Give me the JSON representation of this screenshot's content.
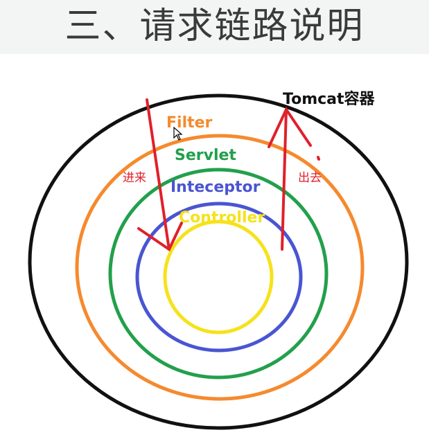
{
  "title": "三、请求链路说明",
  "layers": [
    {
      "key": "tomcat",
      "label": "Tomcat容器",
      "color": "#111111"
    },
    {
      "key": "filter",
      "label": "Filter",
      "color": "#f58a2e"
    },
    {
      "key": "servlet",
      "label": "Servlet",
      "color": "#22a04b"
    },
    {
      "key": "interceptor",
      "label": "Inteceptor",
      "color": "#4a55d2"
    },
    {
      "key": "controller",
      "label": "Controller",
      "color": "#f6e21a"
    }
  ],
  "annotations": {
    "incoming": "进来",
    "outgoing": "出去",
    "arrow_color": "#e0202a"
  }
}
